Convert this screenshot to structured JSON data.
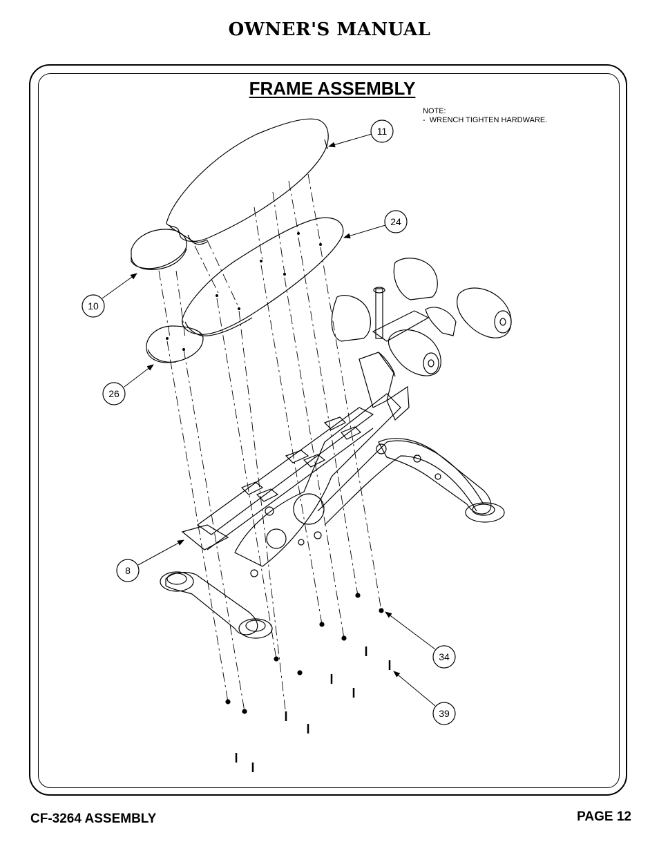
{
  "header": {
    "title": "OWNER'S MANUAL"
  },
  "section": {
    "title": "FRAME ASSEMBLY"
  },
  "note": {
    "heading": "NOTE:",
    "lines": [
      "-  WRENCH TIGHTEN HARDWARE."
    ]
  },
  "callouts": [
    "11",
    "24",
    "10",
    "26",
    "8",
    "34",
    "39"
  ],
  "footer": {
    "left": "CF-3264 ASSEMBLY",
    "right": "PAGE 12"
  }
}
